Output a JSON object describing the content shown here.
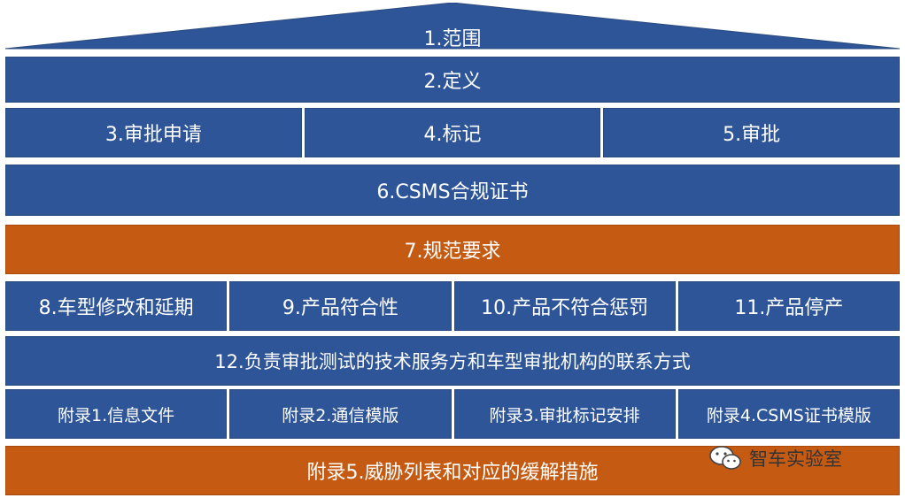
{
  "colors": {
    "blue": "#2e5597",
    "orange": "#c55a12",
    "roof": "#2e5597"
  },
  "roof": {
    "label": "1.范围"
  },
  "rows": [
    {
      "cells": [
        {
          "label": "2.定义"
        }
      ]
    },
    {
      "cells": [
        {
          "label": "3.审批申请"
        },
        {
          "label": "4.标记"
        },
        {
          "label": "5.审批"
        }
      ]
    },
    {
      "cells": [
        {
          "label": "6.CSMS合规证书"
        }
      ]
    },
    {
      "cells": [
        {
          "label": "7.规范要求"
        }
      ]
    },
    {
      "cells": [
        {
          "label": "8.车型修改和延期"
        },
        {
          "label": "9.产品符合性"
        },
        {
          "label": "10.产品不符合惩罚"
        },
        {
          "label": "11.产品停产"
        }
      ]
    },
    {
      "cells": [
        {
          "label": "12.负责审批测试的技术服务方和车型审批机构的联系方式"
        }
      ]
    },
    {
      "cells": [
        {
          "label": "附录1.信息文件"
        },
        {
          "label": "附录2.通信模版"
        },
        {
          "label": "附录3.审批标记安排"
        },
        {
          "label": "附录4.CSMS证书模版"
        }
      ]
    },
    {
      "cells": [
        {
          "label": "附录5.威胁列表和对应的缓解措施"
        }
      ]
    }
  ],
  "watermark": {
    "text": "智车实验室",
    "icon": "wechat-icon"
  }
}
